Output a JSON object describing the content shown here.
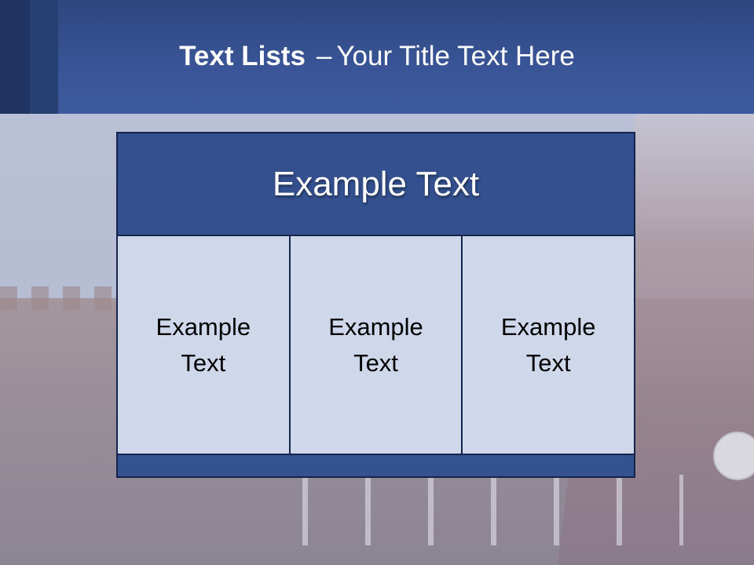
{
  "title": {
    "bold": "Text Lists",
    "separator": "–",
    "rest": "Your Title Text Here"
  },
  "table": {
    "header": "Example Text",
    "cells": [
      "Example Text",
      "Example Text",
      "Example Text"
    ]
  },
  "colors": {
    "header_bar": "#3a5597",
    "table_header": "#34508e",
    "cell_fill": "#cfd8eb",
    "border": "#14244a"
  }
}
